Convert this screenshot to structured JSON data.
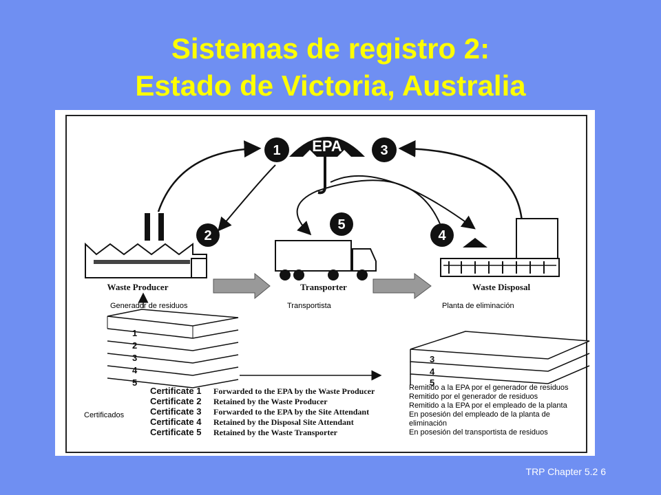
{
  "slide": {
    "title_line1": "Sistemas de registro  2:",
    "title_line2": "Estado de Victoria, Australia",
    "footer": "TRP Chapter 5.2  6"
  },
  "diagram": {
    "logo_text": "EPA",
    "step_numbers": [
      "1",
      "2",
      "3",
      "4",
      "5"
    ],
    "stage_labels_en": [
      "Waste Producer",
      "Transporter",
      "Waste Disposal"
    ],
    "stage_labels_es": [
      "Generador de residuos",
      "Transportista",
      "Planta de eliminación"
    ],
    "left_stack_numbers": [
      "1",
      "2",
      "3",
      "4",
      "5"
    ],
    "right_stack_numbers": [
      "3",
      "4",
      "5"
    ],
    "certificados_label": "Certificados",
    "certificates": [
      {
        "name": "Certificate 1",
        "desc": "Forwarded to the EPA by the Waste Producer"
      },
      {
        "name": "Certificate 2",
        "desc": "Retained by the Waste Producer"
      },
      {
        "name": "Certificate 3",
        "desc": "Forwarded to the EPA by the Site Attendant"
      },
      {
        "name": "Certificate 4",
        "desc": "Retained by the Disposal Site Attendant"
      },
      {
        "name": "Certificate 5",
        "desc": "Retained by the Waste Transporter"
      }
    ],
    "translations": [
      "Remitido a la EPA por el generador de residuos",
      "Remitido por el generador de residuos",
      "Remitido a la EPA por el empleado de la planta",
      "En posesión del empleado de la planta de eliminación",
      "En posesión del transportista de residuos"
    ]
  },
  "colors": {
    "background": "#6f8ff2",
    "title": "#ffff00",
    "footer": "#ffffff"
  }
}
